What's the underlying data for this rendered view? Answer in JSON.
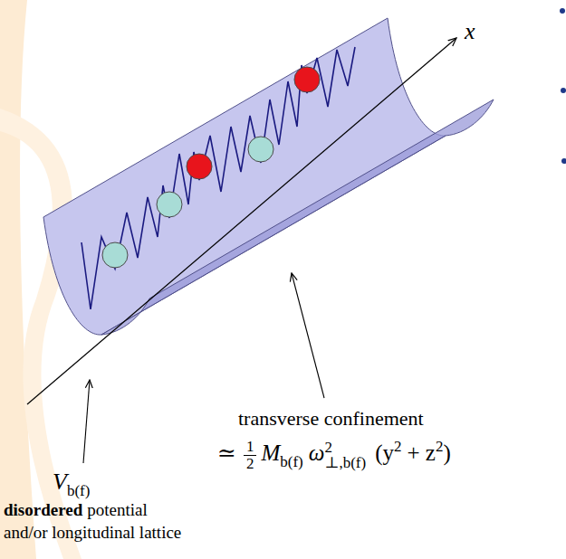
{
  "diagram": {
    "labels": [
      "x",
      "V",
      "b(f)",
      "transverse confinement",
      "≃",
      "1",
      "2",
      "M",
      "b(f)",
      "ω",
      "2",
      "⊥,b(f)",
      "(y",
      "2",
      "+ z",
      "2",
      ")",
      "disordered",
      "potential and/or longitudinal lattice"
    ]
  }
}
